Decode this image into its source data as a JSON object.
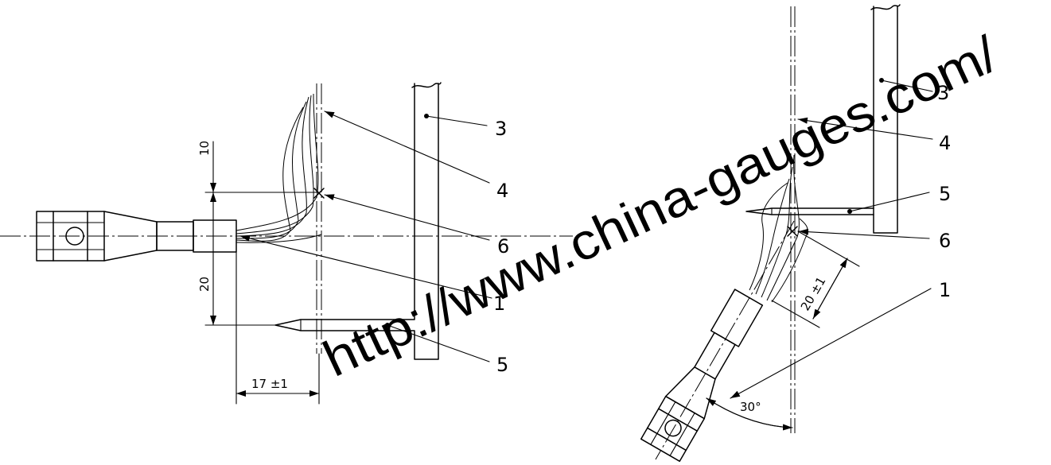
{
  "left_figure": {
    "labels": {
      "item3": "3",
      "item4": "4",
      "item5": "5",
      "item6": "6",
      "item1": "1"
    },
    "dimensions": {
      "top": "10",
      "bottom": "20",
      "horizontal": "17 ±1"
    }
  },
  "right_figure": {
    "labels": {
      "item3": "3",
      "item4": "4",
      "item5": "5",
      "item6": "6",
      "item1": "1"
    },
    "dimensions": {
      "diagonal": "20 ±1",
      "angle": "30°"
    }
  },
  "watermark": "http://www.china-gauges.com/"
}
